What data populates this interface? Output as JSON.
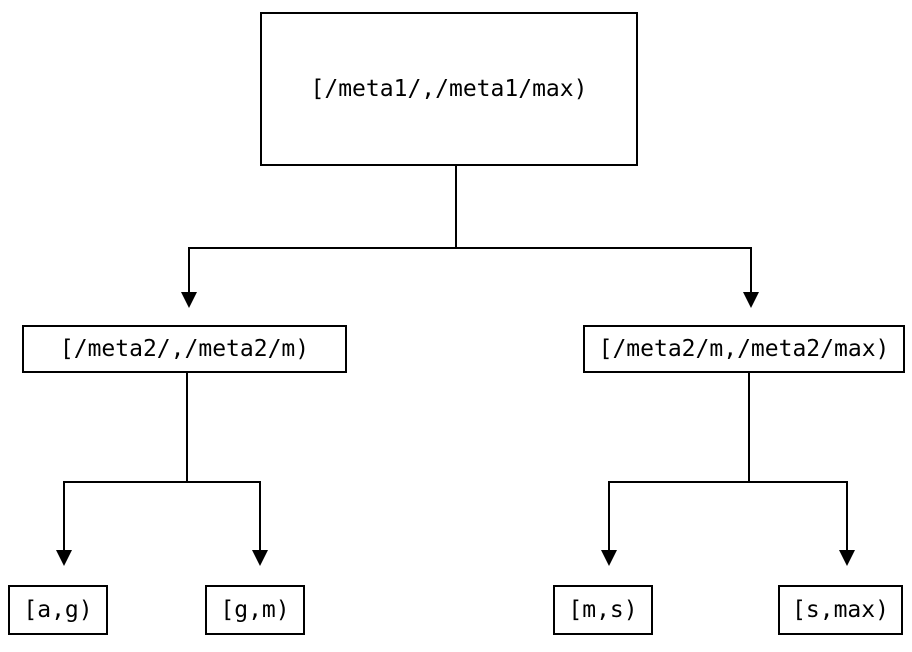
{
  "diagram": {
    "colors": {
      "background": "#ffffff",
      "line": "#000000",
      "text": "#000000"
    },
    "nodes": {
      "root": {
        "label": "[/meta1/,/meta1/max)"
      },
      "left_child": {
        "label": "[/meta2/,/meta2/m)"
      },
      "right_child": {
        "label": "[/meta2/m,/meta2/max)"
      },
      "leaf_ag": {
        "label": "[a,g)"
      },
      "leaf_gm": {
        "label": "[g,m)"
      },
      "leaf_ms": {
        "label": "[m,s)"
      },
      "leaf_smax": {
        "label": "[s,max)"
      }
    },
    "edges": [
      {
        "from": "root",
        "to": "left_child"
      },
      {
        "from": "root",
        "to": "right_child"
      },
      {
        "from": "left_child",
        "to": "leaf_ag"
      },
      {
        "from": "left_child",
        "to": "leaf_gm"
      },
      {
        "from": "right_child",
        "to": "leaf_ms"
      },
      {
        "from": "right_child",
        "to": "leaf_smax"
      }
    ]
  }
}
